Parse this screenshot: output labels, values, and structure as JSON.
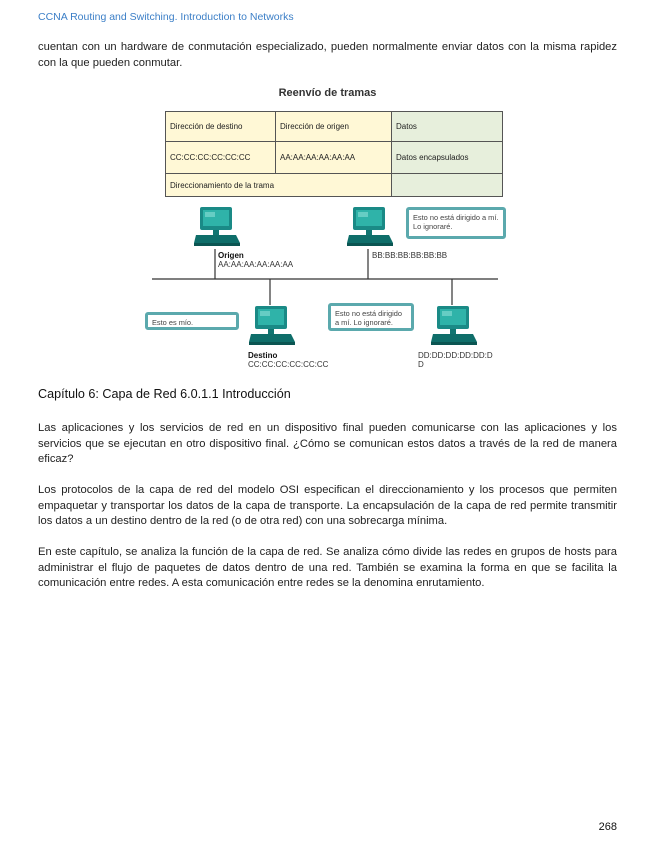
{
  "header": {
    "running_title": "CCNA Routing and Switching. Introduction to Networks"
  },
  "intro_paragraph": "cuentan con un hardware de conmutación especializado, pueden normalmente enviar datos con la misma rapidez con la que pueden conmutar.",
  "figure": {
    "title": "Reenvío de tramas",
    "table": {
      "row1": {
        "dest_header": "Dirección de destino",
        "src_header": "Dirección de origen",
        "data_header": "Datos"
      },
      "row2": {
        "dest_value": "CC:CC:CC:CC:CC:CC",
        "src_value": "AA:AA:AA:AA:AA:AA",
        "data_value": "Datos encapsulados"
      },
      "row3": {
        "addressing": "Direccionamiento de la trama"
      }
    },
    "hosts": {
      "origin": {
        "title": "Origen",
        "mac": "AA:AA:AA:AA:AA:AA"
      },
      "host_b": {
        "mac": "BB:BB:BB:BB:BB:BB"
      },
      "destination": {
        "title": "Destino",
        "mac": "CC:CC:CC:CC:CC:CC"
      },
      "host_d": {
        "mac_line1": "DD:DD:DD:DD:DD:D",
        "mac_line2": "D"
      }
    },
    "callouts": {
      "host_b": "Esto no está dirigido a mí. Lo ignoraré.",
      "destination": "Esto es mío.",
      "host_d": "Esto no está dirigido a mí. Lo ignoraré."
    },
    "colors": {
      "computer": "#1a8a86",
      "callout_border": "#5ba9ad",
      "table_fill": "#fff8d6",
      "data_fill": "#e7efdc"
    }
  },
  "chapter_title": "Capítulo 6: Capa de Red 6.0.1.1 Introducción",
  "paragraphs": [
    "Las aplicaciones y los servicios de red en un dispositivo final pueden comunicarse con las aplicaciones y los servicios que se ejecutan en otro dispositivo final. ¿Cómo se comunican estos datos a través de la red de manera eficaz?",
    "Los protocolos de la capa de red del modelo OSI especifican el direccionamiento y los procesos que permiten empaquetar y transportar los datos de la capa de transporte. La encapsulación de la capa de red permite transmitir los datos a un destino dentro de la red (o de otra red) con una sobrecarga mínima.",
    "En este capítulo, se analiza la función de la capa de red. Se analiza cómo divide las redes en grupos de hosts para administrar el flujo de paquetes de datos dentro de una red. También se examina la forma en que se facilita la comunicación entre redes. A esta comunicación entre redes se la denomina enrutamiento."
  ],
  "page_number": "268"
}
